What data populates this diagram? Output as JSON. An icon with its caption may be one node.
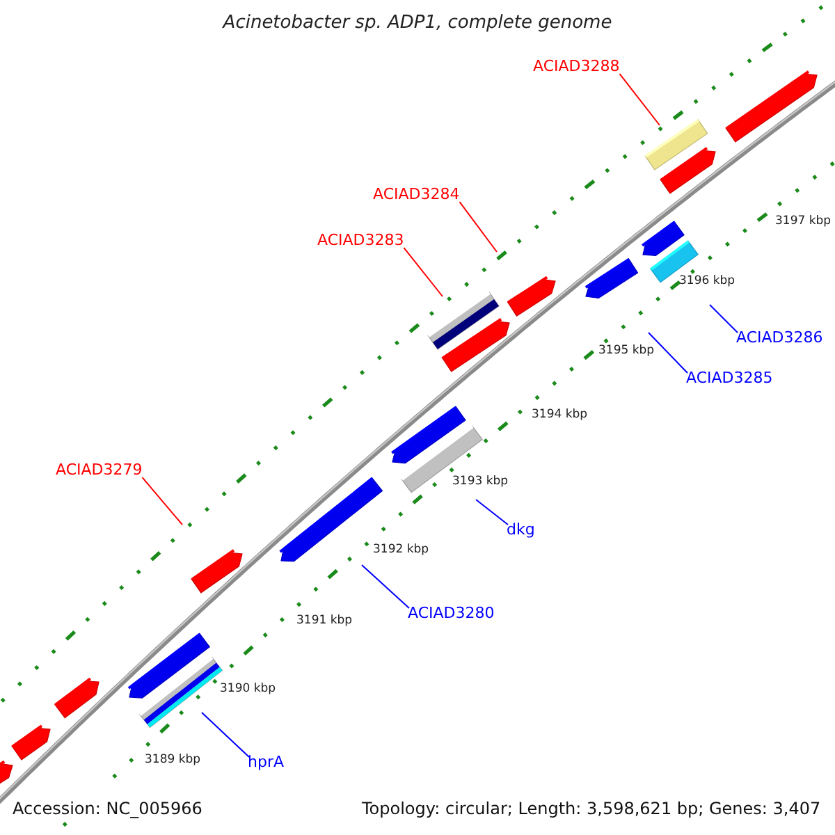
{
  "diagram": {
    "title": "Acinetobacter sp. ADP1, complete genome",
    "nodes": [
      {
        "text": [
          "ACIAD3288"
        ]
      },
      {
        "text": [
          "ACIAD3284"
        ]
      },
      {
        "text": [
          "ACIAD3283"
        ]
      },
      {
        "text": [
          "ACIAD3286"
        ]
      },
      {
        "text": [
          "ACIAD3285"
        ]
      },
      {
        "text": [
          "ACIAD3279"
        ]
      },
      {
        "text": [
          "dkg"
        ]
      },
      {
        "text": [
          "ACIAD3280"
        ]
      },
      {
        "text": [
          "hprA"
        ]
      }
    ],
    "edges": [
      {
        "from": 0,
        "to": null,
        "arrow": "none",
        "color": "#ff0000"
      },
      {
        "from": 1,
        "to": null,
        "arrow": "none",
        "color": "#ff0000"
      },
      {
        "from": 2,
        "to": null,
        "arrow": "none",
        "color": "#ff0000"
      },
      {
        "from": 3,
        "to": null,
        "arrow": "none"
      },
      {
        "from": 4,
        "to": null,
        "arrow": "none"
      },
      {
        "from": 5,
        "to": null,
        "arrow": "none",
        "color": "#ff0000"
      },
      {
        "from": 6,
        "to": null,
        "arrow": "none"
      },
      {
        "from": 7,
        "to": null,
        "arrow": "none"
      },
      {
        "from": 8,
        "to": null,
        "arrow": "none"
      }
    ],
    "labels": [
      "3197 kbp",
      "3196 kbp",
      "3195 kbp",
      "3194 kbp",
      "3193 kbp",
      "3192 kbp",
      "3191 kbp",
      "3190 kbp",
      "3189 kbp",
      "Accession: NC_005966",
      "Topology: circular; Length: 3,598,621 bp; Genes: 3,407"
    ]
  }
}
